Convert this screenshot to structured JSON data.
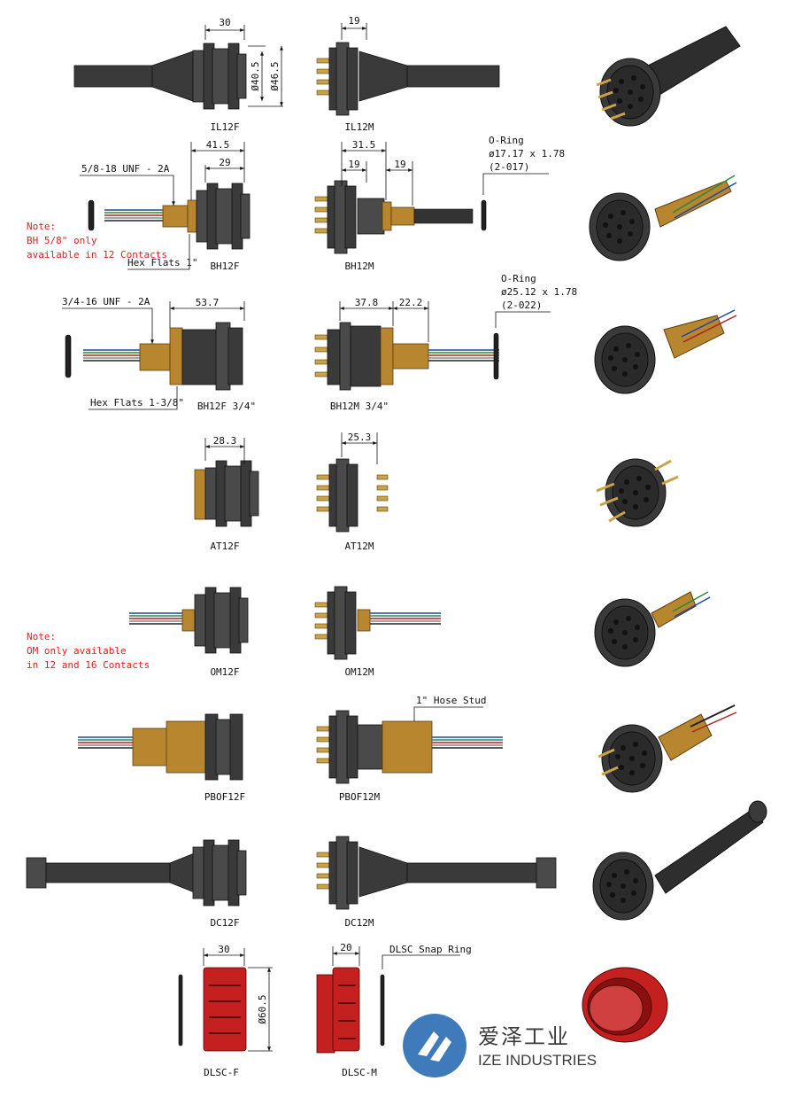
{
  "rows": [
    {
      "female": "IL12F",
      "male": "IL12M",
      "dims": [
        "30",
        "19",
        "Ø40.5",
        "Ø46.5"
      ]
    },
    {
      "female": "BH12F",
      "male": "BH12M",
      "dims": [
        "41.5",
        "29",
        "31.5",
        "19",
        "19"
      ],
      "thread": "5/8-18 UNF - 2A",
      "hex": "Hex Flats 1\"",
      "oring": [
        "O-Ring",
        "ø17.17 x 1.78",
        "(2-017)"
      ]
    },
    {
      "female": "BH12F 3/4\"",
      "male": "BH12M 3/4\"",
      "dims": [
        "53.7",
        "37.8",
        "22.2"
      ],
      "thread": "3/4-16 UNF - 2A",
      "hex": "Hex Flats 1-3/8\"",
      "oring": [
        "O-Ring",
        "ø25.12 x 1.78",
        "(2-022)"
      ]
    },
    {
      "female": "AT12F",
      "male": "AT12M",
      "dims": [
        "28.3",
        "25.3"
      ]
    },
    {
      "female": "OM12F",
      "male": "OM12M"
    },
    {
      "female": "PBOF12F",
      "male": "PBOF12M",
      "hose": "1\" Hose Stud"
    },
    {
      "female": "DC12F",
      "male": "DC12M"
    },
    {
      "female": "DLSC-F",
      "male": "DLSC-M",
      "dims": [
        "30",
        "20",
        "Ø60.5"
      ],
      "snap": "DLSC Snap Ring"
    }
  ],
  "notes": [
    [
      "Note:",
      "BH 5/8\" only",
      "available in 12 Contacts"
    ],
    [
      "Note:",
      "OM only available",
      "in 12 and 16 Contacts"
    ]
  ],
  "brand": {
    "cn": "爱泽工业",
    "en": "IZE INDUSTRIES",
    "accent": "#2f6fb5"
  },
  "colors": {
    "body": "#3a3a3a",
    "brass": "#b8862e",
    "red": "#c42020",
    "note": "#e02020"
  }
}
